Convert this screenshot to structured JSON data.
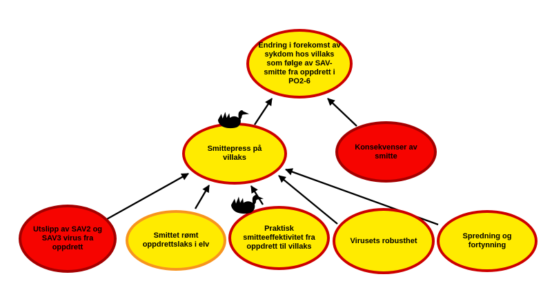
{
  "diagram": {
    "background": "#FFFFFF",
    "colors": {
      "yellow_fill": "#FFEB00",
      "red_fill": "#F60400",
      "red_border": "#CC0000",
      "dark_red_border": "#A40000",
      "orange_border": "#F7941E",
      "arrow": "#000000",
      "text": "#000000"
    },
    "nodes": {
      "endring": {
        "label": "Endring i forekomst av sykdom hos villaks som følge av SAV-smitte fra oppdrett i PO2-6",
        "fill": "#FFEB00",
        "border": "#CC0000"
      },
      "smittepress": {
        "label": "Smittepress på villaks",
        "fill": "#FFEB00",
        "border": "#CC0000"
      },
      "konsekvenser": {
        "label": "Konsekvenser av smitte",
        "fill": "#F60400",
        "border": "#A40000"
      },
      "utslipp": {
        "label": "Utslipp av SAV2 og SAV3 virus fra oppdrett",
        "fill": "#F60400",
        "border": "#A40000"
      },
      "smittet_romt": {
        "label": "Smittet rømt oppdrettslaks i elv",
        "fill": "#FFEB00",
        "border": "#F7941E"
      },
      "praktisk": {
        "label": "Praktisk smitteeffektivitet fra oppdrett til villaks",
        "fill": "#FFEB00",
        "border": "#CC0000"
      },
      "virusets_robusthet": {
        "label": "Virusets robusthet",
        "fill": "#FFEB00",
        "border": "#CC0000"
      },
      "spredning": {
        "label": "Spredning og fortynning",
        "fill": "#FFEB00",
        "border": "#CC0000"
      }
    },
    "edges": [
      {
        "from": "smittepress",
        "to": "endring"
      },
      {
        "from": "konsekvenser",
        "to": "endring"
      },
      {
        "from": "utslipp",
        "to": "smittepress"
      },
      {
        "from": "smittet_romt",
        "to": "smittepress"
      },
      {
        "from": "praktisk",
        "to": "smittepress"
      },
      {
        "from": "virusets_robusthet",
        "to": "smittepress"
      },
      {
        "from": "spredning",
        "to": "smittepress"
      }
    ],
    "icons": [
      {
        "name": "black-swan-icon",
        "on": "smittepress"
      },
      {
        "name": "black-swan-icon",
        "on": "praktisk"
      }
    ]
  }
}
